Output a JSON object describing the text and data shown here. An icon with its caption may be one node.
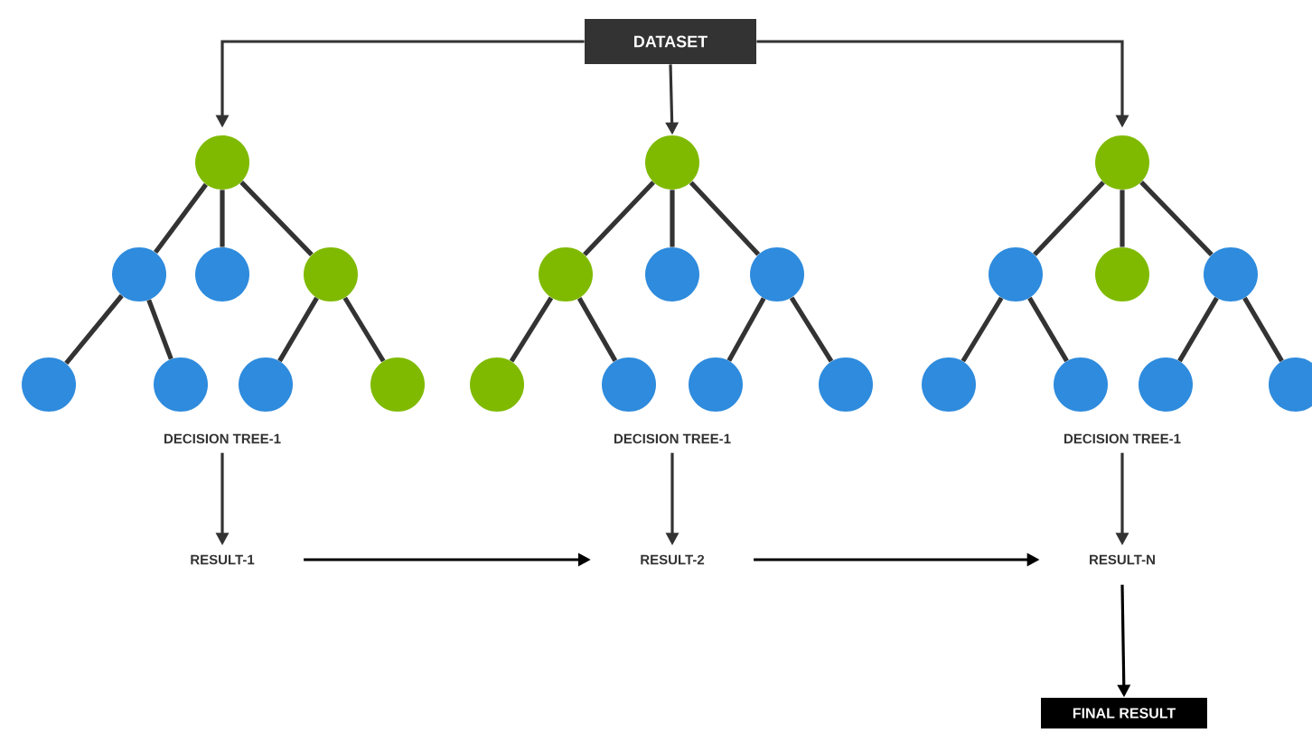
{
  "diagram": {
    "nodes": [
      {
        "text": [
          "DATASET"
        ]
      },
      {
        "text": [],
        "shape": "circle"
      },
      {
        "text": [],
        "shape": "circle"
      },
      {
        "text": [],
        "shape": "circle"
      },
      {
        "text": [],
        "shape": "circle"
      },
      {
        "text": [],
        "shape": "circle"
      },
      {
        "text": [],
        "shape": "circle"
      },
      {
        "text": [],
        "shape": "circle"
      },
      {
        "text": [],
        "shape": "circle"
      },
      {
        "text": [],
        "shape": "circle"
      },
      {
        "text": [],
        "shape": "circle"
      },
      {
        "text": [],
        "shape": "circle"
      },
      {
        "text": [],
        "shape": "circle"
      },
      {
        "text": [],
        "shape": "circle"
      },
      {
        "text": [],
        "shape": "circle"
      },
      {
        "text": [],
        "shape": "circle"
      },
      {
        "text": [],
        "shape": "circle"
      },
      {
        "text": [],
        "shape": "circle"
      },
      {
        "text": [],
        "shape": "circle"
      },
      {
        "text": [],
        "shape": "circle"
      },
      {
        "text": [],
        "shape": "circle"
      },
      {
        "text": [],
        "shape": "circle"
      },
      {
        "text": [],
        "shape": "circle"
      },
      {
        "text": [],
        "shape": "circle"
      },
      {
        "text": [],
        "shape": "circle"
      },
      {
        "text": [
          "DECISION TREE-1"
        ]
      },
      {
        "text": [
          "DECISION TREE-1"
        ]
      },
      {
        "text": [
          "DECISION TREE-1"
        ]
      },
      {
        "text": [
          "RESULT-1"
        ]
      },
      {
        "text": [
          "RESULT-2"
        ]
      },
      {
        "text": [
          "RESULT-N"
        ]
      },
      {
        "text": [
          "FINAL RESULT"
        ]
      }
    ],
    "edges": [
      {
        "from": 0,
        "to": 1,
        "arrow": "to"
      },
      {
        "from": 0,
        "to": 9,
        "arrow": "to"
      },
      {
        "from": 0,
        "to": 17,
        "arrow": "to"
      },
      {
        "from": 1,
        "to": 2,
        "arrow": "none"
      },
      {
        "from": 1,
        "to": 3,
        "arrow": "none"
      },
      {
        "from": 1,
        "to": 4,
        "arrow": "none"
      },
      {
        "from": 2,
        "to": 5,
        "arrow": "none"
      },
      {
        "from": 2,
        "to": 6,
        "arrow": "none"
      },
      {
        "from": 4,
        "to": 7,
        "arrow": "none"
      },
      {
        "from": 4,
        "to": 8,
        "arrow": "none"
      },
      {
        "from": 9,
        "to": 10,
        "arrow": "none"
      },
      {
        "from": 9,
        "to": 11,
        "arrow": "none"
      },
      {
        "from": 9,
        "to": 12,
        "arrow": "none"
      },
      {
        "from": 10,
        "to": 13,
        "arrow": "none"
      },
      {
        "from": 10,
        "to": 14,
        "arrow": "none"
      },
      {
        "from": 12,
        "to": 15,
        "arrow": "none"
      },
      {
        "from": 12,
        "to": 16,
        "arrow": "none"
      },
      {
        "from": 17,
        "to": 18,
        "arrow": "none"
      },
      {
        "from": 17,
        "to": 19,
        "arrow": "none"
      },
      {
        "from": 17,
        "to": 20,
        "arrow": "none"
      },
      {
        "from": 18,
        "to": 21,
        "arrow": "none"
      },
      {
        "from": 18,
        "to": 22,
        "arrow": "none"
      },
      {
        "from": 20,
        "to": 23,
        "arrow": "none"
      },
      {
        "from": 20,
        "to": 24,
        "arrow": "none"
      },
      {
        "from": 25,
        "to": 28,
        "arrow": "to"
      },
      {
        "from": 26,
        "to": 29,
        "arrow": "to"
      },
      {
        "from": 27,
        "to": 30,
        "arrow": "to"
      },
      {
        "from": 28,
        "to": 29,
        "arrow": "to"
      },
      {
        "from": 29,
        "to": 30,
        "arrow": "to"
      },
      {
        "from": 30,
        "to": 31,
        "arrow": "to"
      }
    ]
  }
}
